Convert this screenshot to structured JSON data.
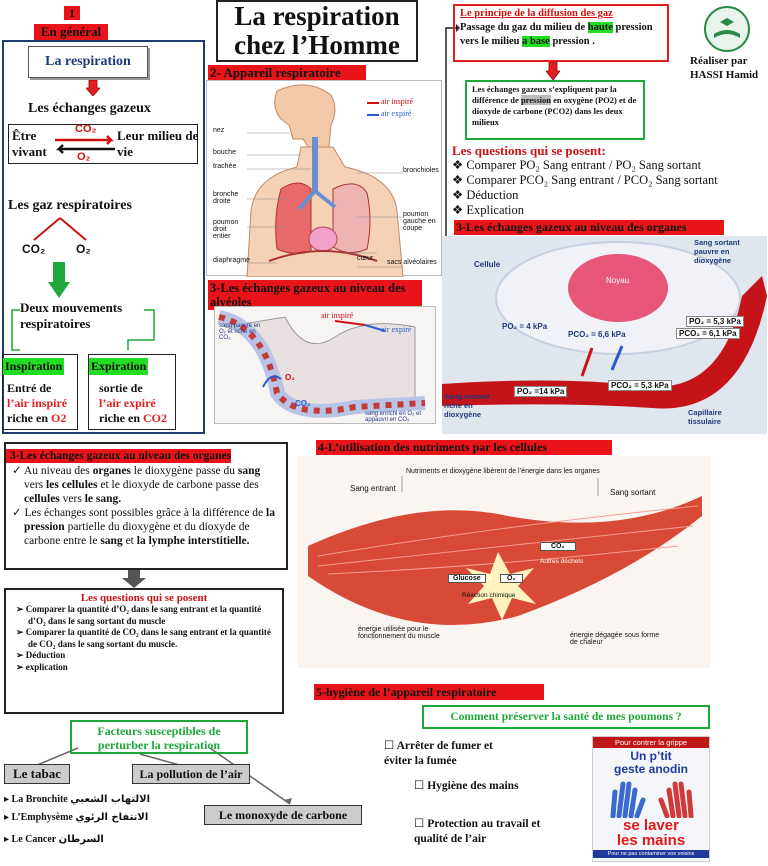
{
  "title": {
    "line1": "La respiration",
    "line2": "chez l’Homme"
  },
  "author": {
    "label": "Réaliser par",
    "name": "HASSI Hamid"
  },
  "section1": {
    "number": "1",
    "heading": "En général",
    "box_title": "La respiration",
    "exchanges": "Les échanges gazeux",
    "left_word": "Être vivant",
    "right_word": "Leur milieu de vie",
    "co2": "CO₂",
    "o2": "O₂",
    "gases_title": "Les gaz respiratoires",
    "gas_co2": "CO₂",
    "gas_o2": "O₂",
    "movements": "Deux mouvements respiratoires",
    "inspiration": {
      "title": "Inspiration",
      "l1": "Entré de",
      "l2": "l’air inspiré",
      "l3a": "riche en ",
      "l3b": "O2"
    },
    "expiration": {
      "title": "Expiration",
      "l1": "sortie de",
      "l2": "l’air expiré",
      "l3a": "riche en ",
      "l3b": "CO2"
    }
  },
  "section2": {
    "heading": "2- Appareil respiratoire",
    "legend_in": "air inspiré",
    "legend_out": "air expiré",
    "labels": {
      "nez": "nez",
      "bouche": "bouche",
      "trachee": "trachée",
      "bronche": "bronche droite",
      "poumon_droit": "poumon droit entier",
      "diaphragme": "diaphragme",
      "bronchioles": "bronchioles",
      "poumon_gauche": "poumon gauche en coupe",
      "coeur": "cœur",
      "sacs": "sacs alvéolaires"
    }
  },
  "principle": {
    "title": "Le principe de la diffusion des gaz",
    "t1": "Passage du gaz du milieu de ",
    "t_haute": "haute",
    "t2": " pression vers le milieu ",
    "t_basse": "a base",
    "t3": " pression .",
    "exchange_a": "Les échanges gazeux s’expliquent par la différence de ",
    "exchange_hl": "pression",
    "exchange_b": " en oxygène (PO2) et de dioxyde de carbone (PCO2) dans les deux milieux"
  },
  "questions_top": {
    "title": "Les questions qui se posent:",
    "q1": "Comparer PO₂ Sang entrant / PO₂ Sang sortant",
    "q2": "Comparer PCO₂ Sang entrant / PCO₂ Sang sortant",
    "q3": "Déduction",
    "q4": "Explication"
  },
  "section3_alv": {
    "heading": "3-Les échanges gazeux au niveau des alvéoles",
    "air_in": "air inspiré",
    "air_out": "air expiré",
    "blood_in": "sang pauvre en O₂ et riche en CO₂",
    "blood_out": "sang enrichi en O₂ et appauvri en CO₂",
    "o2": "O₂",
    "co2": "CO₂"
  },
  "section3_org": {
    "heading": "3-Les échanges gazeux au niveau des organes",
    "cellule": "Cellule",
    "noyau": "Noyau",
    "po2_cell": "PO₂ = 4 kPa",
    "pco2_cell": "PCO₂ = 6,6 kPa",
    "po2_out": "PO₂ = 5,3 kPa",
    "pco2_out": "PCO₂ = 6,1 kPa",
    "po2_in": "PO₂ =14 kPa",
    "pco2_in": "PCO₂ = 5,3 kPa",
    "sang_sortant": "Sang sortant pauvre en dioxygène",
    "sang_entrant": "Sang entrant riche en dioxygène",
    "capillaire": "Capillaire tissulaire"
  },
  "section3_text": {
    "heading": "3-Les échanges gazeux au niveau des organes",
    "p1a": "Au niveau des ",
    "p1b": "organes",
    "p1c": " le dioxygène passe du ",
    "p1d": "sang",
    "p1e": " vers ",
    "p1f": "les cellules",
    "p1g": " et le dioxyde de carbone passe des ",
    "p1h": "cellules",
    "p1i": " vers ",
    "p1j": "le sang.",
    "p2a": "Les échanges sont possibles grâce à la différence de ",
    "p2b": "la pression",
    "p2c": " partielle du dioxygène et du dioxyde de carbone entre le ",
    "p2d": "sang",
    "p2e": " et ",
    "p2f": "la lymphe interstitielle."
  },
  "questions_bottom": {
    "title": "Les questions qui se posent",
    "q1": "Comparer la quantité d’O₂ dans le sang entrant et la quantité d’O₂ dans le sang sortant du muscle",
    "q2": "Comparer la quantité de CO₂ dans le sang entrant et la quantité de CO₂ dans le sang sortant du muscle.",
    "q3": "Déduction",
    "q4": "explication"
  },
  "section4": {
    "heading": "4-L’utilisation des nutriments par les cellules",
    "top": "Nutriments et dioxygène libèrent de l’énergie dans les organes",
    "sang_entrant": "Sang entrant",
    "sang_sortant": "Sang sortant",
    "co2": "CO₂",
    "autres": "Autres déchets",
    "glucose": "Glucose",
    "plus": "+",
    "o2": "O₂",
    "reaction": "Réaction chimique",
    "energie_muscle": "énergie utilisée pour le fonctionnement du muscle",
    "energie_chaleur": "énergie dégagée sous forme de chaleur"
  },
  "factors": {
    "title": "Facteurs susceptibles de perturber la respiration",
    "tabac": "Le tabac",
    "pollution": "La pollution de l’air",
    "monoxyde": "Le monoxyde de carbone",
    "d1": "La Bronchite",
    "d1_ar": "الالتهاب الشعبي",
    "d2": "L’Emphysème",
    "d2_ar": "الانتفاخ الرئوي",
    "d3": "Le Cancer",
    "d3_ar": "السرطان"
  },
  "section5": {
    "heading": "5-hygiène de l’appareil respiratoire",
    "question": "Comment préserver la santé de mes poumons ?",
    "i1": "Arrêter de fumer et éviter la fumée",
    "i2": "Hygiène des mains",
    "i3": "Protection au travail et qualité de l’air"
  },
  "poster": {
    "top": "Pour contrer la grippe",
    "l1": "Un p’tit",
    "l2": "geste anodin",
    "l3": "se laver",
    "l4": "les mains",
    "bottom": "Pour ne pas contaminer vos voisins"
  }
}
